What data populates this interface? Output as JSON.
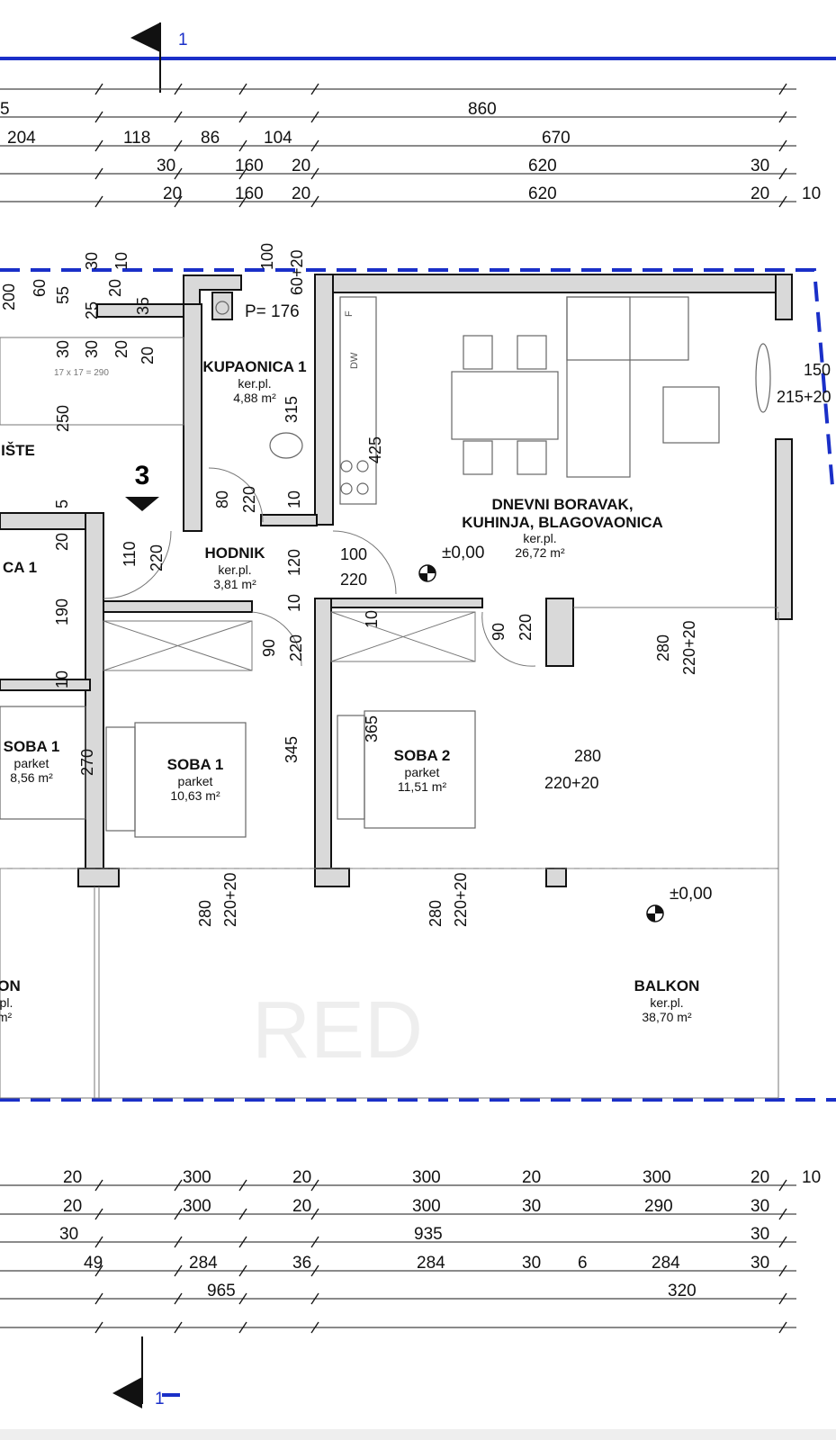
{
  "section_marker": {
    "label": "1"
  },
  "top_dims": [
    [
      "5",
      "860"
    ],
    [
      "204",
      "118",
      "86",
      "104",
      "670"
    ],
    [
      "30",
      "160",
      "20",
      "620",
      "30"
    ],
    [
      "20",
      "160",
      "20",
      "620",
      "20",
      "10"
    ]
  ],
  "bottom_dims": [
    [
      "20",
      "300",
      "20",
      "300",
      "20",
      "300",
      "20",
      "10"
    ],
    [
      "20",
      "300",
      "20",
      "300",
      "30",
      "290",
      "30"
    ],
    [
      "30",
      "935",
      "30"
    ],
    [
      "49",
      "284",
      "36",
      "284",
      "30",
      "6",
      "284",
      "30"
    ],
    [
      "965",
      "320"
    ]
  ],
  "rooms": {
    "kupaonica": {
      "name": "KUPAONICA 1",
      "floor": "ker.pl.",
      "area": "4,88 m²"
    },
    "hodnik": {
      "name": "HODNIK",
      "floor": "ker.pl.",
      "area": "3,81 m²"
    },
    "dnevni": {
      "name1": "DNEVNI BORAVAK,",
      "name2": "KUHINJA, BLAGOVAONICA",
      "floor": "ker.pl.",
      "area": "26,72 m²"
    },
    "soba1": {
      "name": "SOBA 1",
      "floor": "parket",
      "area": "10,63 m²"
    },
    "soba2": {
      "name": "SOBA 2",
      "floor": "parket",
      "area": "11,51 m²"
    },
    "balkon": {
      "name": "BALKON",
      "floor": "ker.pl.",
      "area": "38,70 m²"
    },
    "left_soba": {
      "name": "SOBA 1",
      "floor": "parket",
      "area": "8,56 m²"
    },
    "left_stair": {
      "name": "IŠTE"
    },
    "left_bath": {
      "name": "CA 1"
    },
    "left_balkon": {
      "name": "ON",
      "floor": ".pl.",
      "area": "m²"
    }
  },
  "labels": {
    "stair_marker": "3",
    "stair_calc": "17 x 17 = 290",
    "parapet": "P= 176",
    "level_inside": "±0,00",
    "level_balkon": "±0,00",
    "fridge": "F",
    "dishwasher": "DW",
    "watermark": "RED"
  },
  "inner_dims": {
    "v_window_top": [
      "100",
      "60+20"
    ],
    "v_left": [
      "200",
      "60",
      "55",
      "30",
      "25",
      "20",
      "10",
      "30",
      "30",
      "20",
      "20",
      "35",
      "250"
    ],
    "bath_height": "315",
    "kitchen": "425",
    "door_bath": [
      "80",
      "220"
    ],
    "door_entry": [
      "110",
      "220"
    ],
    "hodnik_v": [
      "10",
      "120",
      "10"
    ],
    "door_living": [
      "100",
      "220"
    ],
    "left_bath_v": [
      "5",
      "20",
      "190",
      "10"
    ],
    "door_soba1": [
      "90",
      "220"
    ],
    "door_soba2": [
      "90",
      "220"
    ],
    "soba1_v": "345",
    "soba2_v": "365",
    "left_soba_v": "270",
    "soba2_top": "10",
    "window_right": [
      "150",
      "215+20"
    ],
    "glass_living": [
      "280",
      "220+20"
    ],
    "glass_mid": [
      "280",
      "220+20"
    ],
    "balkon_doors": [
      [
        "280",
        "220+20"
      ],
      [
        "280",
        "220+20"
      ]
    ]
  }
}
